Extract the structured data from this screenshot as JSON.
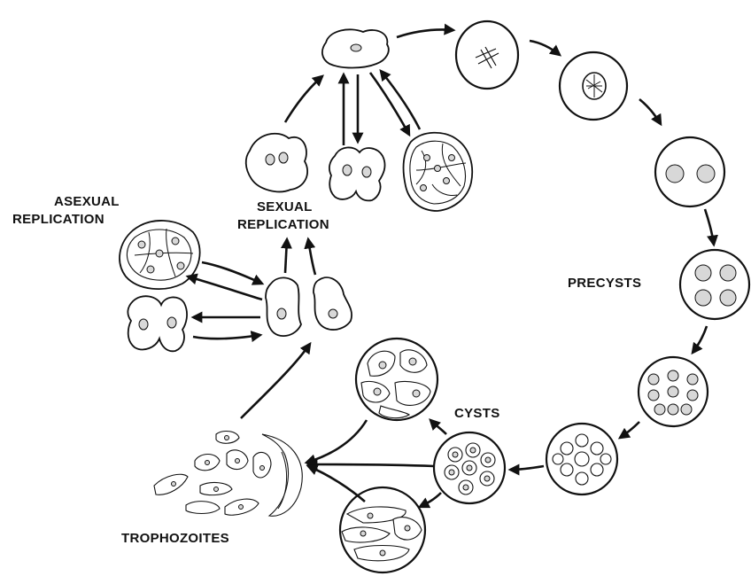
{
  "labels": {
    "asexual_line1": "ASEXUAL",
    "asexual_line2": "REPLICATION",
    "sexual_line1": "SEXUAL",
    "sexual_line2": "REPLICATION",
    "precysts": "PRECYSTS",
    "cysts": "CYSTS",
    "trophozoites": "TROPHOZOITES"
  }
}
